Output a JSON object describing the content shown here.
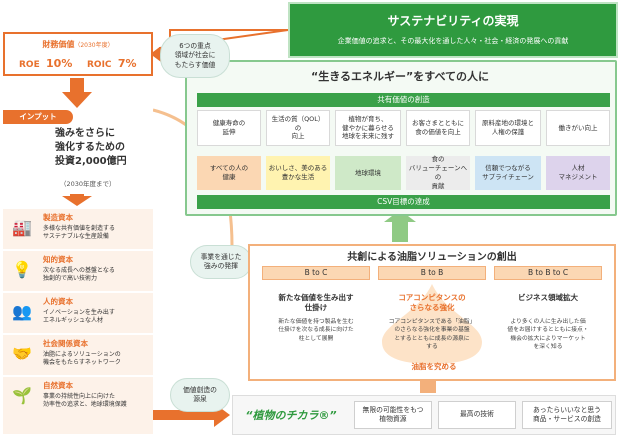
{
  "sustainability": {
    "title": "サステナビリティの実現",
    "subtitle": "企業価値の追求と、その最大化を通した人々・社会・経済の発展への貢献"
  },
  "energy_title": "“生きるエネルギー”をすべての人に",
  "shared_value_bar": "共有価値の創造",
  "csv_bar": "CSV目標の達成",
  "row1": [
    "健康寿命の\n延伸",
    "生活の質（QOL）の\n向上",
    "植物が育ち、\n健やかに暮らせる\n地球を未来に残す",
    "お客さまとともに\n食の価値を向上",
    "原料産地の環境と\n人権の保護",
    "働きがい向上"
  ],
  "row2": [
    "すべての人の\n健康",
    "おいしさ、美のある\n豊かな生活",
    "地球環境",
    "食の\nバリューチェーンへの\n貢献",
    "信頼でつながる\nサプライチェーン",
    "人材\nマネジメント"
  ],
  "bubble_six": "6つの重点\n領域が社会に\nもたらす価値",
  "bubble_business": "事業を通じた\n強みの発揮",
  "bubble_source": "価値創造の\n源泉",
  "financial": {
    "title": "財務価値",
    "year": "（2030年度）",
    "roe_label": "ROE",
    "roe_value": "10%",
    "roic_label": "ROIC",
    "roic_value": "7%"
  },
  "input_tag": "インプット",
  "investment_text": "強みをさらに\n強化するための\n投資2,000億円",
  "investment_sub": "（2030年度まで）",
  "capitals": [
    {
      "name": "製造資本",
      "desc": "多様な共有価値を創造する\nサステナブルな生産設備",
      "icon": "factory-icon"
    },
    {
      "name": "知的資本",
      "desc": "次なる成長への基盤となる\n独創的で高い技術力",
      "icon": "lightbulb-icon"
    },
    {
      "name": "人的資本",
      "desc": "イノベーションを生み出す\nエネルギッシュな人材",
      "icon": "people-icon"
    },
    {
      "name": "社会関係資本",
      "desc": "油脂によるソリューションの\n機会をもたらすネットワーク",
      "icon": "handshake-icon"
    },
    {
      "name": "自然資本",
      "desc": "事業の持続性向上に向けた\n効率性の追求と、地球環境保護",
      "icon": "leaf-hand-icon"
    }
  ],
  "cocreate_title": "共創による油脂ソリューションの創出",
  "bto": [
    "B to C",
    "B to B",
    "B to B to C"
  ],
  "cocreate_cols": [
    {
      "title": "新たな価値を生み出す\n仕掛け",
      "desc": "新たな価値を持つ製品を生む\n仕掛けを次なる成長に向けた\n柱として展開"
    },
    {
      "title": "コアコンピタンスの\nさらなる強化",
      "desc": "コアコンピタンスである「油脂」\nのさらなる強化を事業の基盤\nとするとともに成長の源泉に\nする"
    },
    {
      "title": "ビジネス領域拡大",
      "desc": "より多くの人に生み出した価\n値をお届けするとともに接点・\n機会の拡大によりマーケット\nを深く知る"
    }
  ],
  "oil_label": "油脂を究める",
  "plant_power": "“植物のチカラ®”",
  "plant_boxes": [
    "無限の可能性をもつ\n植物資源",
    "最高の技術",
    "あったらいいなと思う\n商品・サービスの創造"
  ],
  "colors": {
    "green": "#2f9a3f",
    "orange": "#e8712d"
  }
}
